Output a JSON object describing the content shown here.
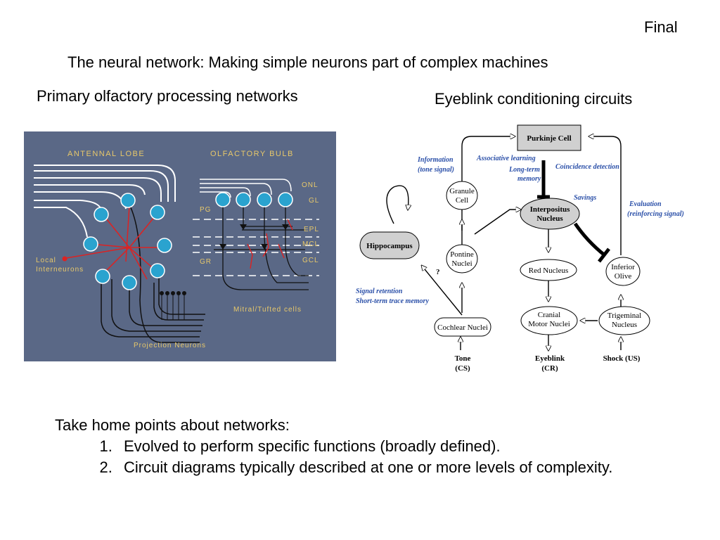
{
  "corner_label": "Final",
  "title": "The neural network: Making simple neurons part of complex machines",
  "left_heading": "Primary olfactory processing networks",
  "right_heading": "Eyeblink conditioning circuits",
  "olfactory": {
    "background": "#5a6886",
    "antennal_lobe": "ANTENNAL LOBE",
    "olfactory_bulb": "OLFACTORY BULB",
    "layers": [
      "ONL",
      "GL",
      "EPL",
      "MCL",
      "GCL"
    ],
    "pg": "PG",
    "gr": "GR",
    "local": "Local",
    "interneurons": "Interneurons",
    "mitral": "Mitral/Tufted cells",
    "projection": "Projection Neurons"
  },
  "eyeblink": {
    "purkinje": "Purkinje Cell",
    "interpositus_1": "Interpositus",
    "interpositus_2": "Nucleus",
    "granule_1": "Granule",
    "granule_2": "Cell",
    "pontine_1": "Pontine",
    "pontine_2": "Nuclei",
    "hippocampus": "Hippocampus",
    "red": "Red Nucleus",
    "cranial_1": "Cranial",
    "cranial_2": "Motor Nuclei",
    "inferior_1": "Inferior",
    "inferior_2": "Olive",
    "trigeminal_1": "Trigeminal",
    "trigeminal_2": "Nucleus",
    "cochlear": "Cochlear Nuclei",
    "tone_1": "Tone",
    "tone_2": "(CS)",
    "eyeblink_1": "Eyeblink",
    "eyeblink_2": "(CR)",
    "shock": "Shock (US)",
    "info_1": "Information",
    "info_2": "(tone signal)",
    "assoc": "Associative learning",
    "longterm_1": "Long-term",
    "longterm_2": "memory",
    "coincidence": "Coincidence detection",
    "savings": "Savings",
    "eval_1": "Evaluation",
    "eval_2": "(reinforcing signal)",
    "retention_1": "Signal retention",
    "retention_2": "Short-term trace memory",
    "question": "?"
  },
  "take_home": {
    "heading": "Take home points about networks:",
    "items": [
      "Evolved to perform specific functions (broadly defined).",
      "Circuit diagrams typically described at one or more levels of complexity."
    ]
  }
}
